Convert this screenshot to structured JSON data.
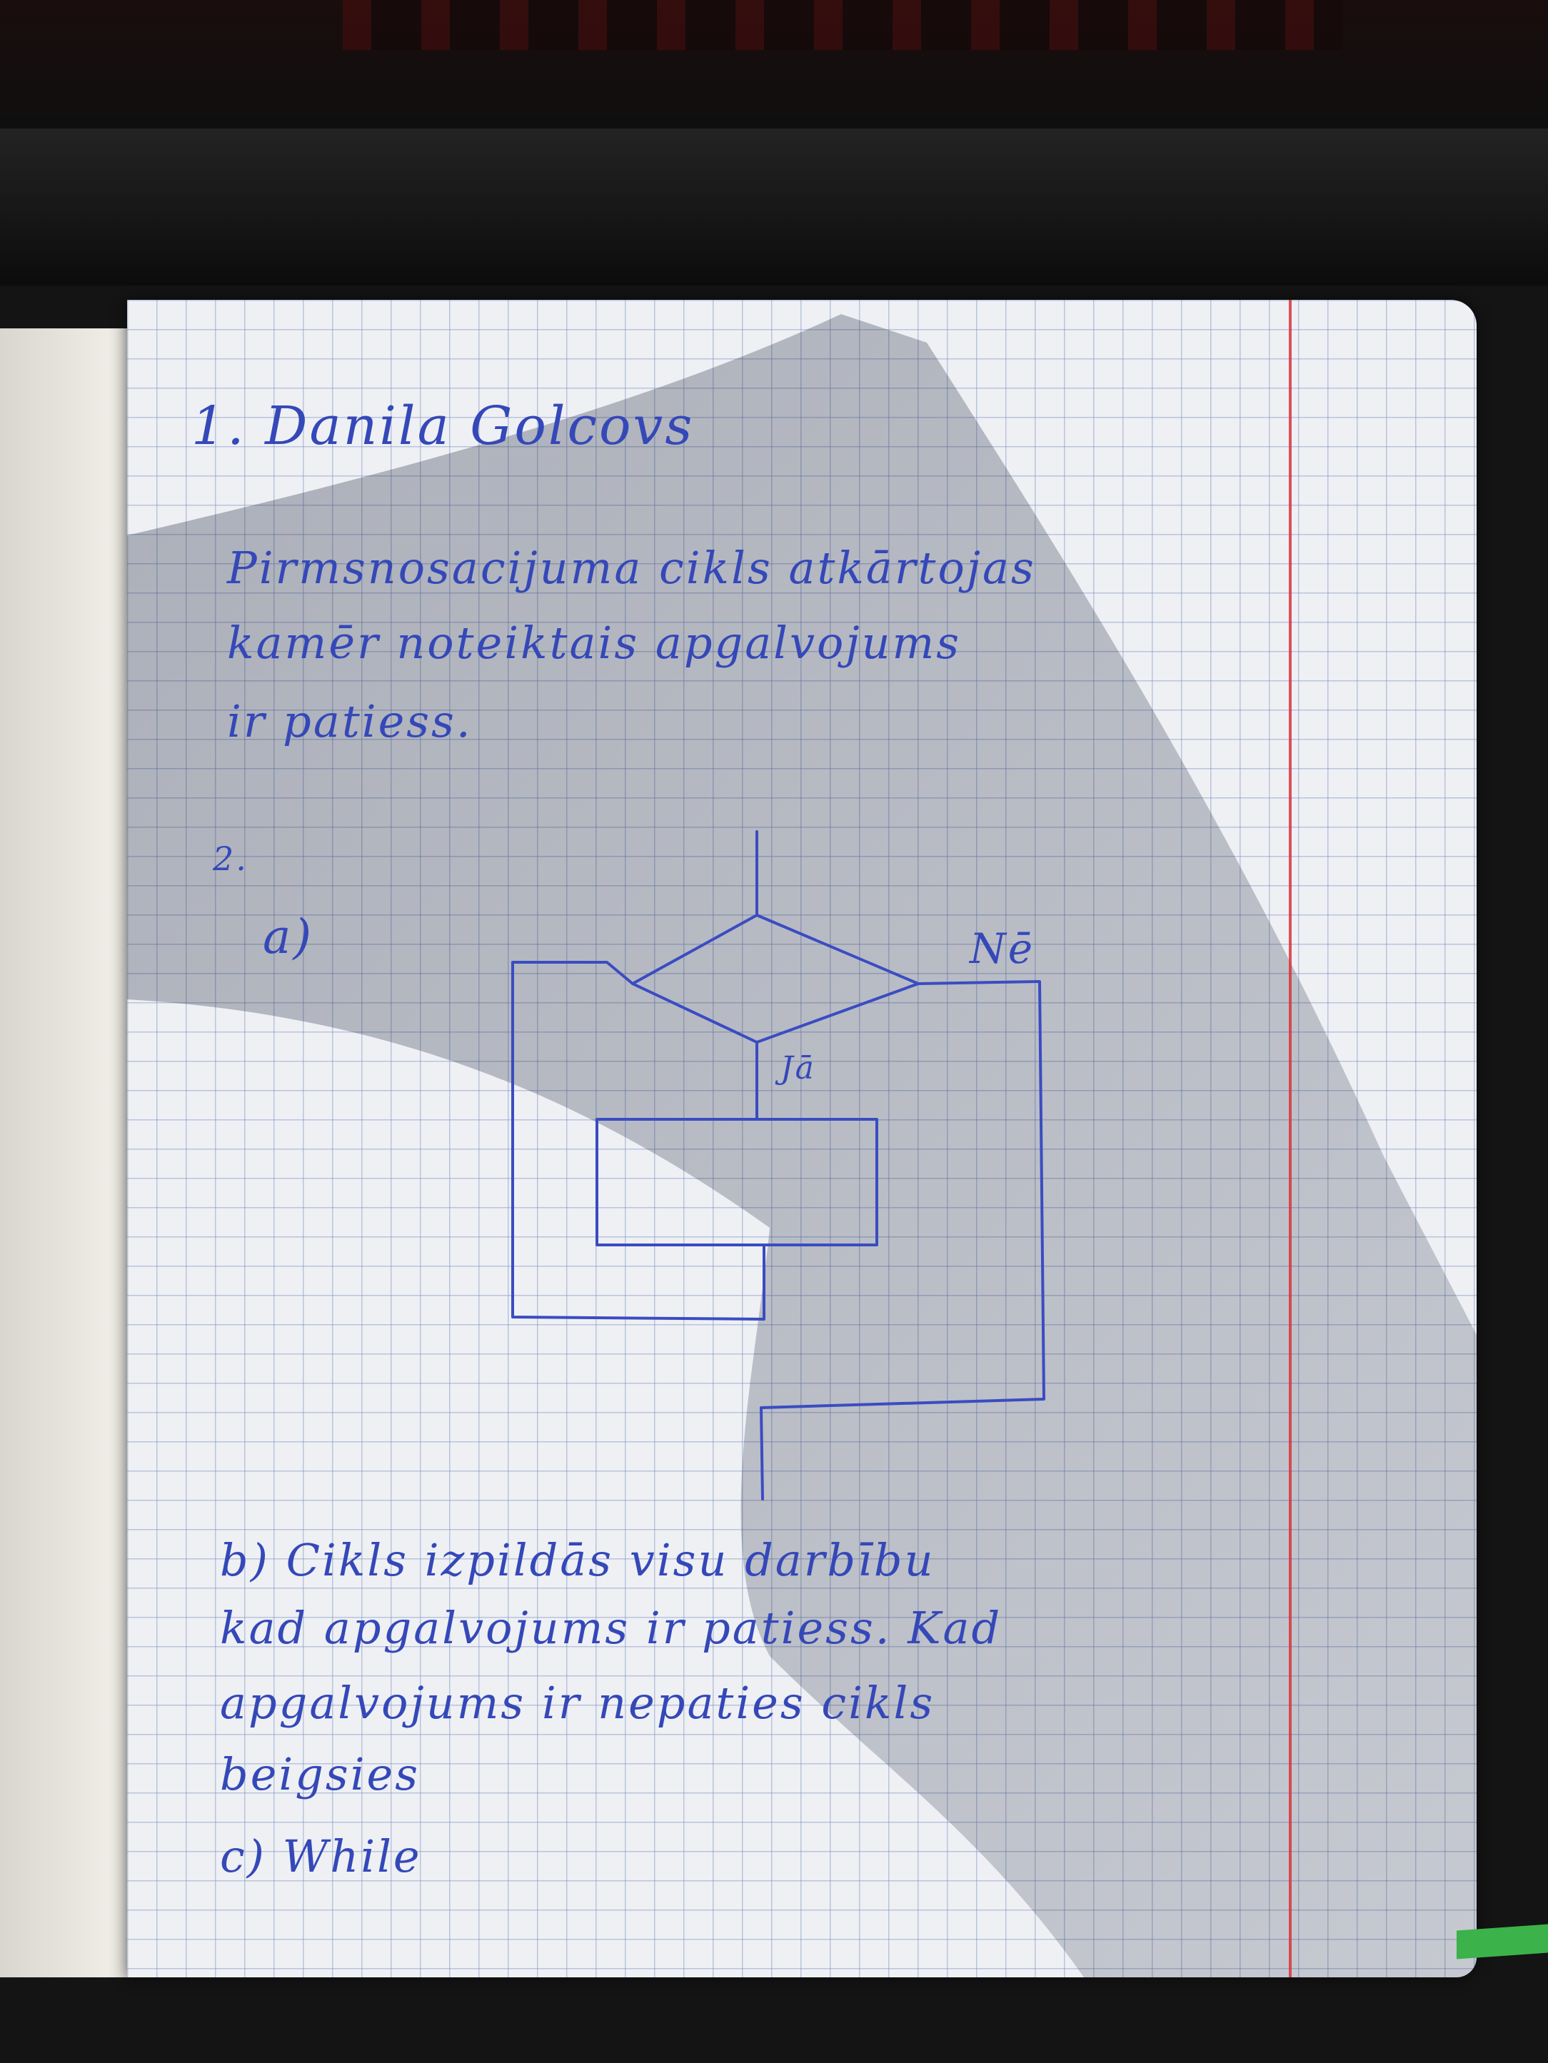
{
  "note": {
    "heading": "1. Danila Golcovs",
    "paragraph1": [
      "Pirmsnosacijuma cikls atkārtojas",
      "kamēr noteiktais apgalvojums",
      "ir patiess."
    ],
    "section2_label": "2.",
    "part_a_label": "a)",
    "flowchart": {
      "no_label": "Nē",
      "yes_label": "Jā"
    },
    "part_b": [
      "b) Cikls izpildās visu darbību",
      "kad apgalvojums ir patiess. Kad",
      "apgalvojums ir nepaties cikls",
      "beigsies"
    ],
    "part_c": "c) While"
  },
  "colors": {
    "ink": "#3548b8",
    "paper": "#eef0f4",
    "grid": "#8c9ebe",
    "margin_line": "#d9343a"
  }
}
